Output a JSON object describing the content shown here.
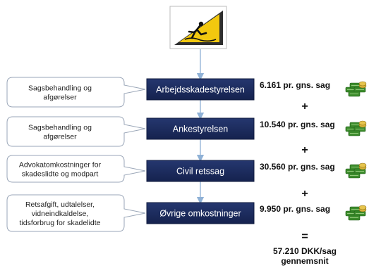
{
  "warning_sign": {
    "icon": "slippery-floor-warning-icon",
    "colors": {
      "sign": "#f2c80f",
      "frame": "#333333"
    }
  },
  "colors": {
    "box_fill": "#1b2a5e",
    "arrow": "#8fb1d6",
    "callout_border": "#9aa6b8",
    "money": "#3c8c2c"
  },
  "steps": [
    {
      "label": "Arbejdsskadestyrelsen",
      "description": [
        "Sagsbehandling og",
        "afgørelser"
      ],
      "cost": "6.161 pr. gns. sag",
      "icon": "money-stack-icon"
    },
    {
      "label": "Ankestyrelsen",
      "description": [
        "Sagsbehandling og",
        "afgørelser"
      ],
      "cost": "10.540 pr. gns. sag",
      "icon": "money-stack-icon"
    },
    {
      "label": "Civil retssag",
      "description": [
        "Advokatomkostninger for",
        "skadeslidte og modpart"
      ],
      "cost": "30.560 pr. gns. sag",
      "icon": "money-stack-icon"
    },
    {
      "label": "Øvrige omkostninger",
      "description": [
        "Retsafgift, udtalelser,",
        "vidneindkaldelse,",
        "tidsforbrug for skadelidte"
      ],
      "cost": "9.950 pr. gns. sag",
      "icon": "money-stack-icon"
    }
  ],
  "operators": [
    "+",
    "+",
    "+"
  ],
  "equals": "=",
  "total": {
    "line1": "57.210 DKK/sag",
    "line2": "gennemsnit"
  }
}
